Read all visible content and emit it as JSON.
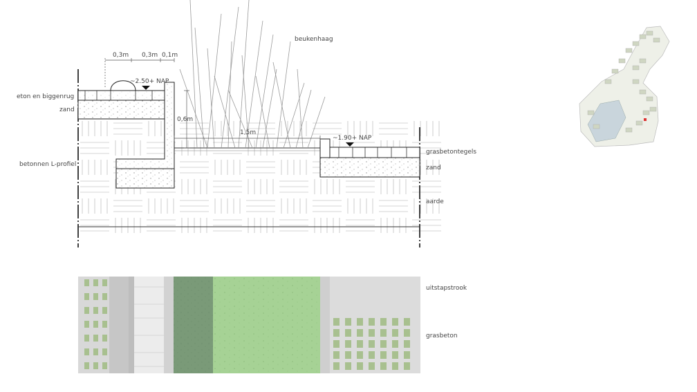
{
  "section": {
    "labels_left": {
      "curb": "eton en biggenrug",
      "sand": "zand",
      "l_profile": "betonnen L-profiel"
    },
    "labels_right": {
      "grass_tiles": "grasbetontegels",
      "sand": "zand",
      "soil": "aarde"
    },
    "hedge_label": "beukenhaag",
    "dimensions": {
      "d1": "0,3m",
      "d2": "0,3m",
      "d3": "0,1m",
      "height": "0,6m",
      "width": "1,5m"
    },
    "levels": {
      "high": "~2.50+ NAP",
      "low": "~1.90+ NAP"
    }
  },
  "plan": {
    "labels": {
      "strip": "uitstapstrook",
      "grass_concrete": "grasbeton"
    },
    "colors": {
      "hedge_dark": "#7a9a78",
      "lawn": "#a6d295",
      "paving": "#dedede",
      "grass_cell": "#a8c08f"
    }
  }
}
